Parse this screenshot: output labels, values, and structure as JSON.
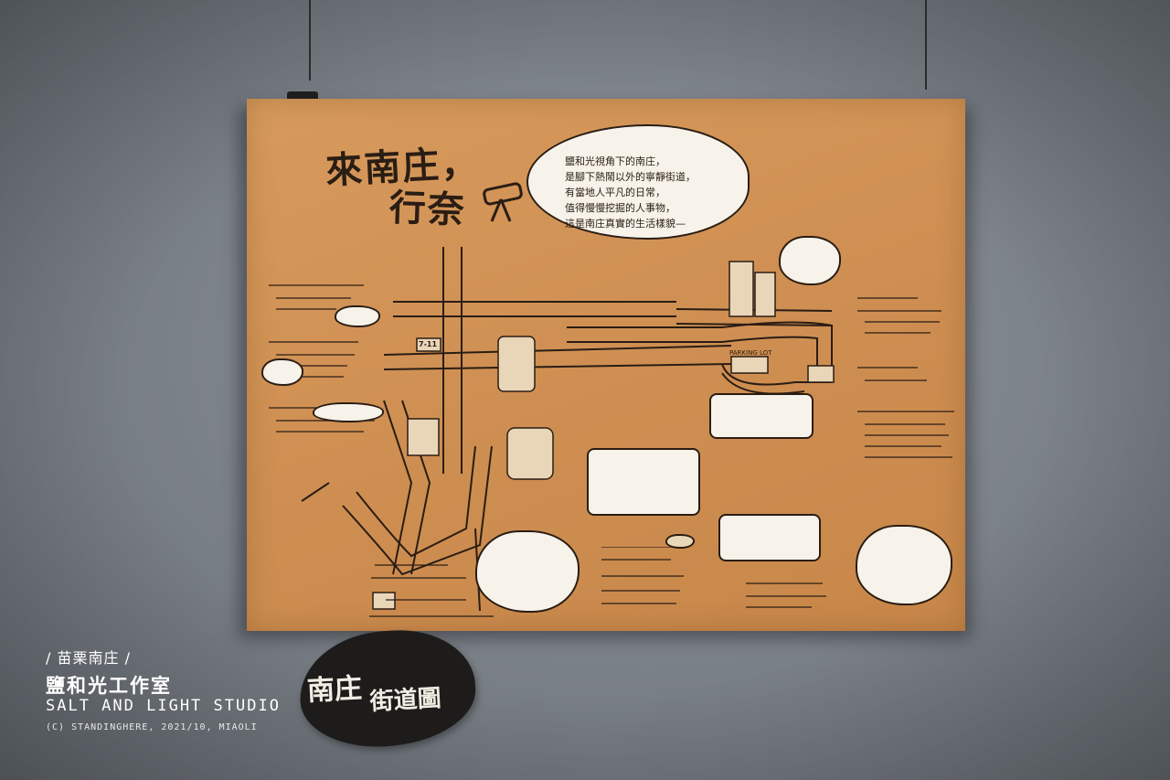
{
  "poster": {
    "title_line1": "來南庄，",
    "title_line2": "行奈",
    "intro_lines": [
      "鹽和光視角下的南庄，",
      "是腳下熱鬧以外的寧靜街道，",
      "有當地人平凡的日常，",
      "值得慢慢挖掘的人事物，",
      "這是南庄真實的生活樣貌—"
    ],
    "landmark_711": "7-11",
    "landmark_parking": "PARKING LOT"
  },
  "sign": {
    "line1": "南庄",
    "line2": "街道圖"
  },
  "caption": {
    "region": "/ 苗栗南庄 /",
    "studio_zh": "鹽和光工作室",
    "studio_en": "SALT AND LIGHT STUDIO",
    "credit": "(C) STANDINGHERE, 2021/10, MIAOLI"
  },
  "colors": {
    "kraft_paper": "#cf8f52",
    "ink": "#2a1d14",
    "note_paper": "#f7f3ea",
    "wall": "#7d838a",
    "sign_black": "#1d1c1b"
  }
}
